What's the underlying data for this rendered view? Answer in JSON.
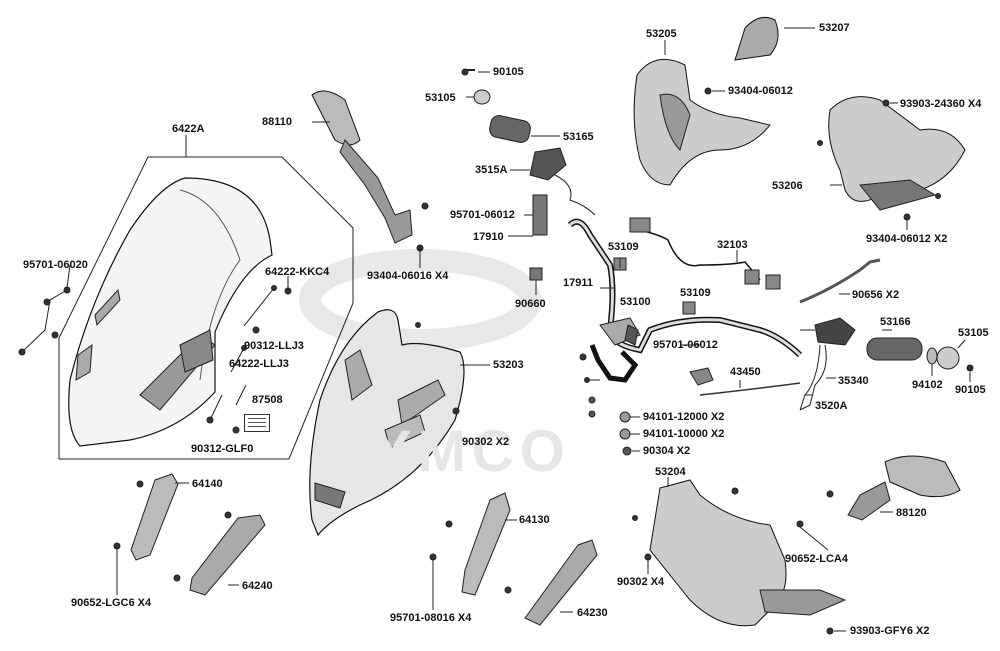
{
  "diagram": {
    "watermark": "KYMCO",
    "labels": [
      {
        "id": "p53207",
        "text": "53207"
      },
      {
        "id": "p53205",
        "text": "53205"
      },
      {
        "id": "p90105a",
        "text": "90105"
      },
      {
        "id": "p53105a",
        "text": "53105"
      },
      {
        "id": "p93404_06012",
        "text": "93404-06012"
      },
      {
        "id": "p93903_24360",
        "text": "93903-24360 X4"
      },
      {
        "id": "p88110",
        "text": "88110"
      },
      {
        "id": "p53165",
        "text": "53165"
      },
      {
        "id": "p6422A",
        "text": "6422A"
      },
      {
        "id": "p3515A",
        "text": "3515A"
      },
      {
        "id": "p53206",
        "text": "53206"
      },
      {
        "id": "p95701_06012a",
        "text": "95701-06012"
      },
      {
        "id": "p17910",
        "text": "17910"
      },
      {
        "id": "p53109a",
        "text": "53109"
      },
      {
        "id": "p32103",
        "text": "32103"
      },
      {
        "id": "p93404_06012x2",
        "text": "93404-06012 X2"
      },
      {
        "id": "p95701_06020",
        "text": "95701-06020"
      },
      {
        "id": "p64222_KKC4",
        "text": "64222-KKC4"
      },
      {
        "id": "p93404_06016",
        "text": "93404-06016 X4"
      },
      {
        "id": "p17911",
        "text": "17911"
      },
      {
        "id": "p90660",
        "text": "90660"
      },
      {
        "id": "p53109b",
        "text": "53109"
      },
      {
        "id": "p90656",
        "text": "90656  X2"
      },
      {
        "id": "p53100",
        "text": "53100"
      },
      {
        "id": "p53166",
        "text": "53166"
      },
      {
        "id": "p53105b",
        "text": "53105"
      },
      {
        "id": "p90312_LLJ3",
        "text": "90312-LLJ3"
      },
      {
        "id": "p64222_LLJ3",
        "text": "64222-LLJ3"
      },
      {
        "id": "p95701_06012b",
        "text": "95701-06012"
      },
      {
        "id": "p53203",
        "text": "53203"
      },
      {
        "id": "p43450",
        "text": "43450"
      },
      {
        "id": "p35340",
        "text": "35340"
      },
      {
        "id": "p94102",
        "text": "94102"
      },
      {
        "id": "p90105b",
        "text": "90105"
      },
      {
        "id": "p87508",
        "text": "87508"
      },
      {
        "id": "p3520A",
        "text": "3520A"
      },
      {
        "id": "p94101_12000",
        "text": "94101-12000 X2"
      },
      {
        "id": "p94101_10000",
        "text": "94101-10000 X2"
      },
      {
        "id": "p90302a",
        "text": "90302  X2"
      },
      {
        "id": "p90312_GLF0",
        "text": "90312-GLF0"
      },
      {
        "id": "p90304",
        "text": "90304  X2"
      },
      {
        "id": "p53204",
        "text": "53204"
      },
      {
        "id": "p64140",
        "text": "64140"
      },
      {
        "id": "p88120",
        "text": "88120"
      },
      {
        "id": "p64130",
        "text": "64130"
      },
      {
        "id": "p90652_LCA4",
        "text": "90652-LCA4"
      },
      {
        "id": "p90302b",
        "text": "90302   X4"
      },
      {
        "id": "p64240",
        "text": "64240"
      },
      {
        "id": "p90652_LGC6",
        "text": "90652-LGC6 X4"
      },
      {
        "id": "p64230",
        "text": "64230"
      },
      {
        "id": "p95701_08016",
        "text": "95701-08016 X4"
      },
      {
        "id": "p93903_GFY6",
        "text": "93903-GFY6 X2"
      }
    ]
  }
}
